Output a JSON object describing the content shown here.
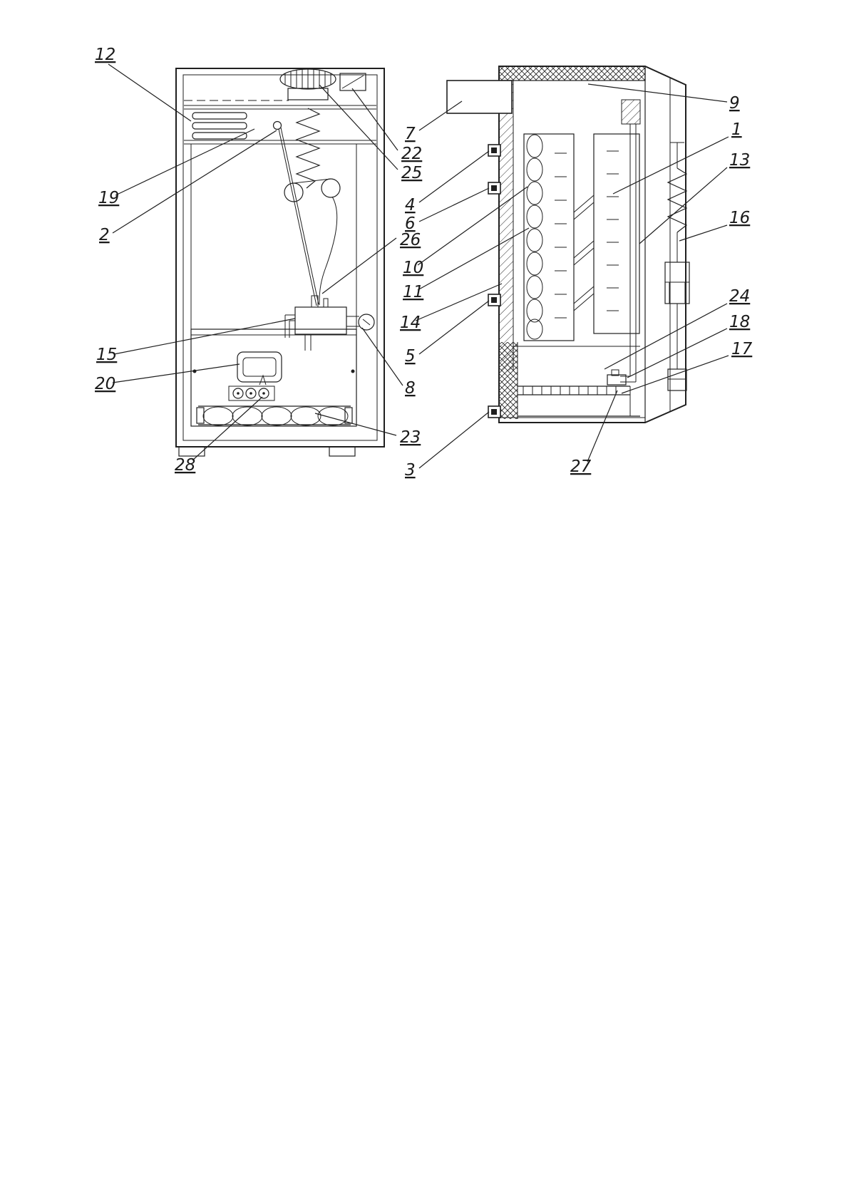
{
  "figure": {
    "colors": {
      "background": "#ffffff",
      "line": "#1f1f1f"
    },
    "labels": [
      {
        "text": "12"
      },
      {
        "text": "19"
      },
      {
        "text": "2"
      },
      {
        "text": "15"
      },
      {
        "text": "20"
      },
      {
        "text": "28"
      },
      {
        "text": "7"
      },
      {
        "text": "22"
      },
      {
        "text": "25"
      },
      {
        "text": "4"
      },
      {
        "text": "6"
      },
      {
        "text": "26"
      },
      {
        "text": "10"
      },
      {
        "text": "11"
      },
      {
        "text": "14"
      },
      {
        "text": "5"
      },
      {
        "text": "8"
      },
      {
        "text": "23"
      },
      {
        "text": "3"
      },
      {
        "text": "9"
      },
      {
        "text": "1"
      },
      {
        "text": "13"
      },
      {
        "text": "16"
      },
      {
        "text": "24"
      },
      {
        "text": "18"
      },
      {
        "text": "17"
      },
      {
        "text": "27"
      }
    ]
  }
}
